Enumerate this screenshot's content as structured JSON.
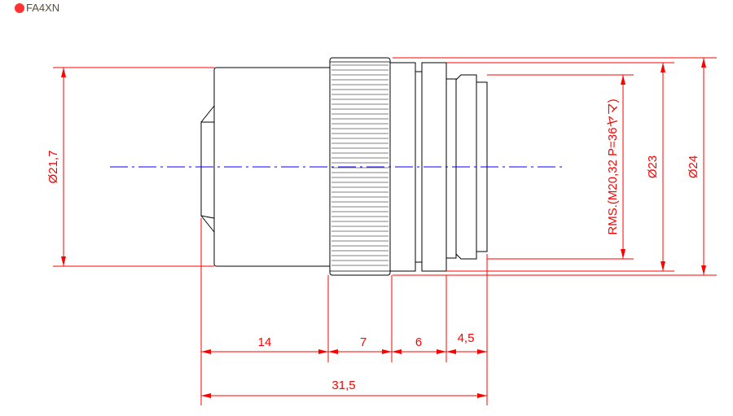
{
  "title": "FA4XN",
  "colors": {
    "dimension": "#ff0000",
    "centerline": "#0000ff",
    "outline": "#000000",
    "title_dot": "#ff3333"
  },
  "dimensions": {
    "body_diameter": "Ø21,7",
    "thread": "RMS.(M20,32 P=36ヤマ)",
    "flange_diameter": "Ø23",
    "knurl_diameter": "Ø24",
    "len_body": "14",
    "len_knurl": "7",
    "len_flange": "6",
    "len_thread": "4,5",
    "len_total": "31,5"
  }
}
